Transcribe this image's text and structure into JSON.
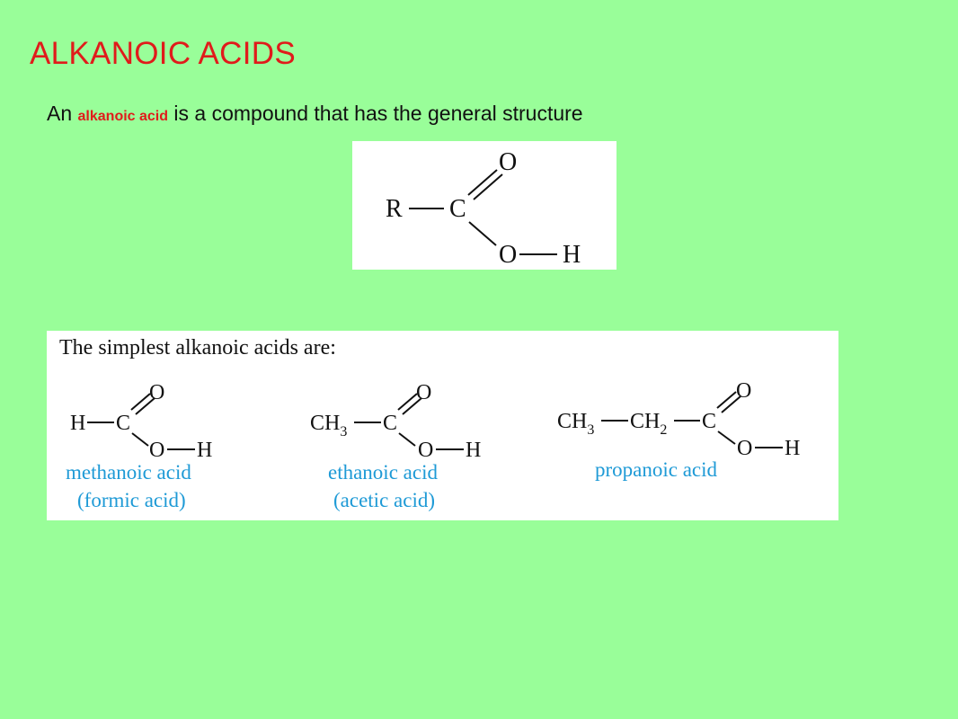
{
  "slide": {
    "title": "ALKANOIC ACIDS",
    "intro": {
      "prefix": "An ",
      "term": "alkanoic acid",
      "suffix": " is a compound that has the general structure"
    }
  },
  "general_structure": {
    "R": "R",
    "C": "C",
    "O_double": "O",
    "O_single": "O",
    "H": "H"
  },
  "examples": {
    "heading": "The simplest alkanoic acids are:",
    "methanoic": {
      "H_left": "H",
      "C": "C",
      "O_double": "O",
      "O_single": "O",
      "H_right": "H",
      "name": "methanoic acid",
      "common": "(formic acid)"
    },
    "ethanoic": {
      "CH": "CH",
      "sub3": "3",
      "C": "C",
      "O_double": "O",
      "O_single": "O",
      "H_right": "H",
      "name": "ethanoic acid",
      "common": "(acetic acid)"
    },
    "propanoic": {
      "CH_a": "CH",
      "sub3": "3",
      "CH_b": "CH",
      "sub2": "2",
      "C": "C",
      "O_double": "O",
      "O_single": "O",
      "H_right": "H",
      "name": "propanoic acid"
    }
  },
  "colors": {
    "background": "#99fe99",
    "accent_red": "#e01b1b",
    "caption_blue": "#1e9ad6"
  }
}
